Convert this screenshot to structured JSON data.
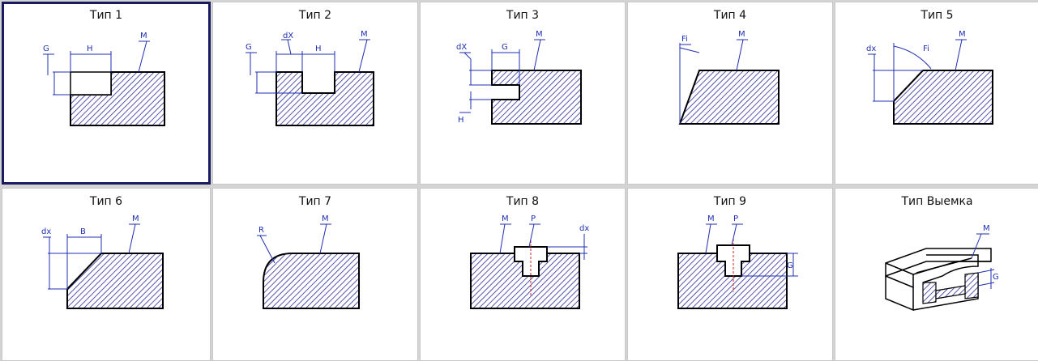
{
  "colors": {
    "selection_border": "#1a1a5e",
    "dimension": "#1f2fb0",
    "hatch": "#2b2b9a",
    "axis_red": "#cc2222"
  },
  "tiles": [
    {
      "title": "Тип 1",
      "selected": true,
      "labels": {
        "g": "G",
        "h": "H",
        "m": "M"
      }
    },
    {
      "title": "Тип 2",
      "selected": false,
      "labels": {
        "g": "G",
        "dx": "dX",
        "h": "H",
        "m": "M"
      }
    },
    {
      "title": "Тип 3",
      "selected": false,
      "labels": {
        "dx": "dX",
        "g": "G",
        "m": "M",
        "h": "H"
      }
    },
    {
      "title": "Тип 4",
      "selected": false,
      "labels": {
        "fi": "Fi",
        "m": "M"
      }
    },
    {
      "title": "Тип 5",
      "selected": false,
      "labels": {
        "dx": "dx",
        "fi": "Fi",
        "m": "M"
      }
    },
    {
      "title": "Тип 6",
      "selected": false,
      "labels": {
        "dx": "dx",
        "b": "B",
        "m": "M"
      }
    },
    {
      "title": "Тип 7",
      "selected": false,
      "labels": {
        "r": "R",
        "m": "M"
      }
    },
    {
      "title": "Тип 8",
      "selected": false,
      "labels": {
        "m": "M",
        "p": "P",
        "dx": "dx"
      }
    },
    {
      "title": "Тип 9",
      "selected": false,
      "labels": {
        "m": "M",
        "p": "P",
        "g": "G"
      }
    },
    {
      "title": "Тип Выемка",
      "selected": false,
      "labels": {
        "m": "M",
        "g": "G"
      }
    }
  ]
}
